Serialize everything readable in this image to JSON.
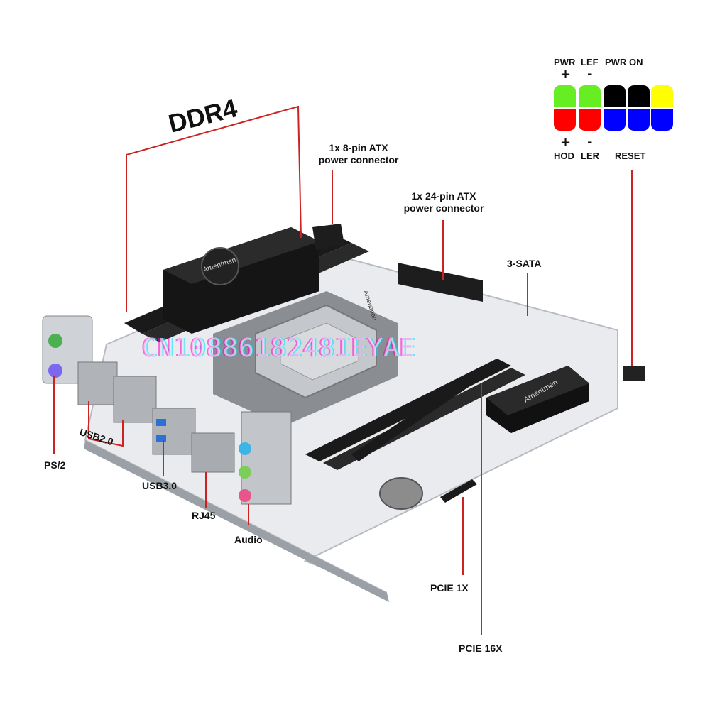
{
  "labels": {
    "ddr4": "DDR4",
    "atx8_line1": "1x 8-pin ATX",
    "atx8_line2": "power connector",
    "atx24_line1": "1x 24-pin ATX",
    "atx24_line2": "power connector",
    "sata": "3-SATA",
    "ps2": "PS/2",
    "usb2": "USB2.0",
    "usb3": "USB3.0",
    "rj45": "RJ45",
    "audio": "Audio",
    "pcie1x": "PCIE 1X",
    "pcie16x": "PCIE 16X"
  },
  "board": {
    "brand_heatsink": "Amentmen",
    "brand_chipset": "Amentmen",
    "brand_silk": "Amentmen"
  },
  "front_panel": {
    "top_labels": [
      "PWR",
      "LEF",
      "PWR",
      "ON"
    ],
    "top_symbols": [
      "+",
      "-"
    ],
    "bottom_symbols": [
      "+",
      "-"
    ],
    "bottom_labels": [
      "HOD",
      "LER",
      "RESET"
    ],
    "top_colors": [
      "#66ee22",
      "#66ee22",
      "#000000",
      "#000000",
      "#ffff00"
    ],
    "bottom_colors": [
      "#ff0000",
      "#ff0000",
      "#0000ff",
      "#0000ff",
      "#0000ff"
    ]
  },
  "watermark": "CN1088618248IEYAE",
  "colors": {
    "leader": "#cc2222"
  }
}
